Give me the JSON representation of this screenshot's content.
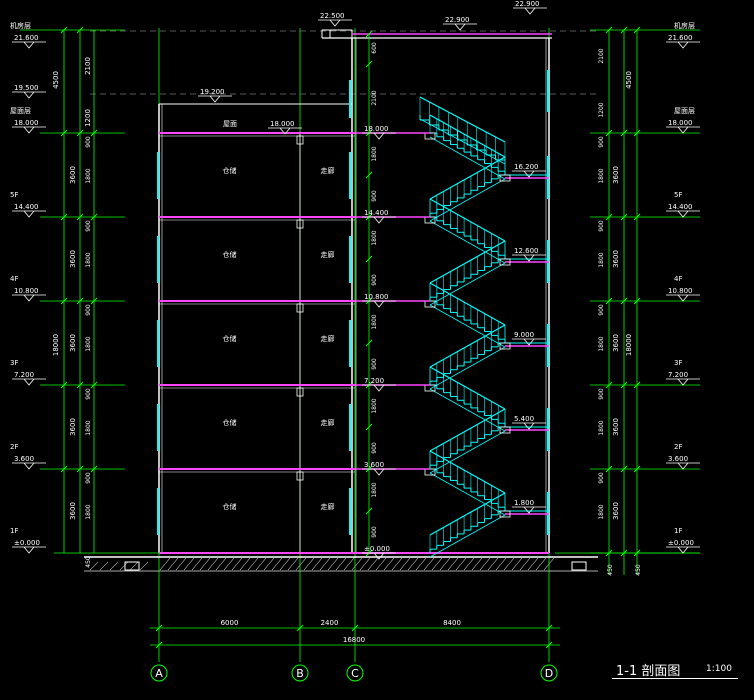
{
  "drawing_title": "1-1 剖面图",
  "drawing_scale": "1:100",
  "colors": {
    "background": "#000000",
    "dimension": "#00ff00",
    "wall": "#ffffff",
    "slab": "#ff44ff",
    "stair": "#00ffff",
    "ground_hatch": "#aaaaaa",
    "grid": "#777777"
  },
  "axes": {
    "labels": [
      "A",
      "B",
      "C",
      "D"
    ],
    "spans": [
      "6000",
      "2400",
      "8400"
    ],
    "total": "16800"
  },
  "floors": {
    "left": [
      {
        "name": "1F",
        "elev": "±0.000"
      },
      {
        "name": "2F",
        "elev": "3.600"
      },
      {
        "name": "3F",
        "elev": "7.200"
      },
      {
        "name": "4F",
        "elev": "10.800"
      },
      {
        "name": "5F",
        "elev": "14.400"
      },
      {
        "name": "屋面层",
        "elev": "18.000"
      },
      {
        "name": "",
        "elev": "19.500"
      },
      {
        "name": "机房层",
        "elev": "21.600"
      }
    ],
    "right": [
      {
        "name": "1F",
        "elev": "±0.000"
      },
      {
        "name": "2F",
        "elev": "3.600"
      },
      {
        "name": "3F",
        "elev": "7.200"
      },
      {
        "name": "4F",
        "elev": "10.800"
      },
      {
        "name": "5F",
        "elev": "14.400"
      },
      {
        "name": "屋面层",
        "elev": "18.000"
      },
      {
        "name": "机房层",
        "elev": "21.600"
      }
    ]
  },
  "top_elevations": {
    "parapet_left": "22.500",
    "parapet_center": "22.900",
    "parapet_right": "22.900",
    "roof_low": "19.200",
    "roof_main": "18.000"
  },
  "inner_elevations": [
    "±0.000",
    "3.600",
    "7.200",
    "10.800",
    "14.400",
    "18.000"
  ],
  "landing_elevations": [
    "1.800",
    "5.400",
    "9.000",
    "12.600",
    "16.200"
  ],
  "room_labels": {
    "ac": [
      "仓储",
      "仓储",
      "仓储",
      "仓储",
      "仓储"
    ],
    "bc": [
      "走廊",
      "走廊",
      "走廊",
      "走廊",
      "走廊"
    ],
    "roof": "屋面"
  },
  "left_dims": {
    "outer_total": "18000",
    "top_total": "4500",
    "floor_height": "3600",
    "roof_upper": "2100",
    "roof_lower": "1200",
    "win_sill": "900",
    "win_height": "1800",
    "base_dim": "450"
  },
  "stair_dims": {
    "flight": "1800",
    "landing_h": "900",
    "wall_seg": "2100",
    "parapet": "600"
  }
}
